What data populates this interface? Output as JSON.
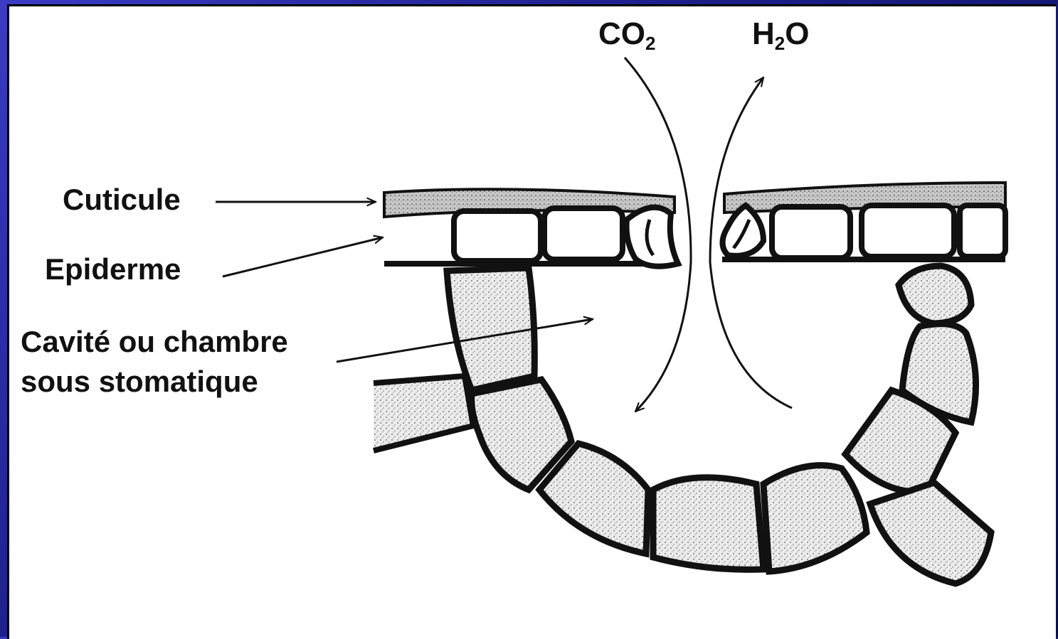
{
  "labels": {
    "cuticule": "Cuticule",
    "epiderme": "Epiderme",
    "cavite_line1": "Cavité ou chambre",
    "cavite_line2": "sous stomatique",
    "co2_main": "CO",
    "co2_sub": "2",
    "h2o_h": "H",
    "h2o_sub": "2",
    "h2o_o": "O"
  },
  "colors": {
    "background_outer": "#1c1f8a",
    "panel": "#ffffff",
    "ink": "#111111",
    "cell_fill": "#e4e4e4",
    "cuticle_fill": "#bdbdbd"
  }
}
